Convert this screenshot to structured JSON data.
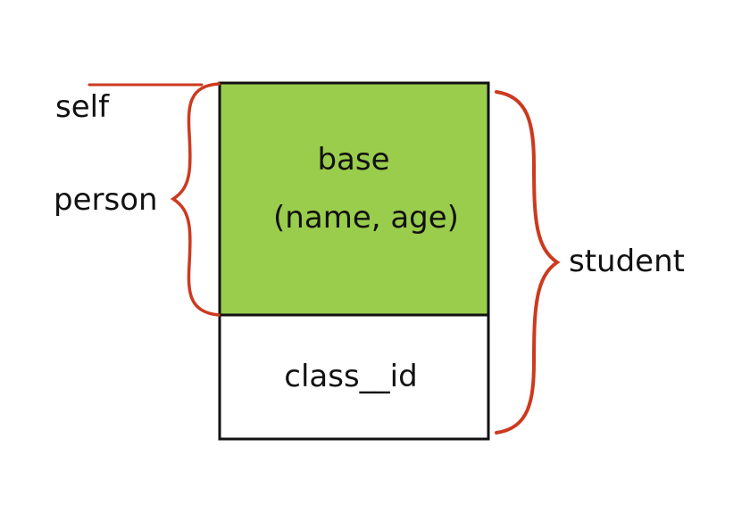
{
  "diagram": {
    "labels": {
      "self": "self",
      "person": "person",
      "student": "student"
    },
    "blocks": {
      "base": {
        "title": "base",
        "fields": "(name, age)"
      },
      "derived": {
        "title": "class__id"
      }
    },
    "colors": {
      "base_fill": "#9ACD4C",
      "derived_fill": "#FFFFFF",
      "outline": "#111111",
      "brace": "#CC3A1F"
    }
  }
}
